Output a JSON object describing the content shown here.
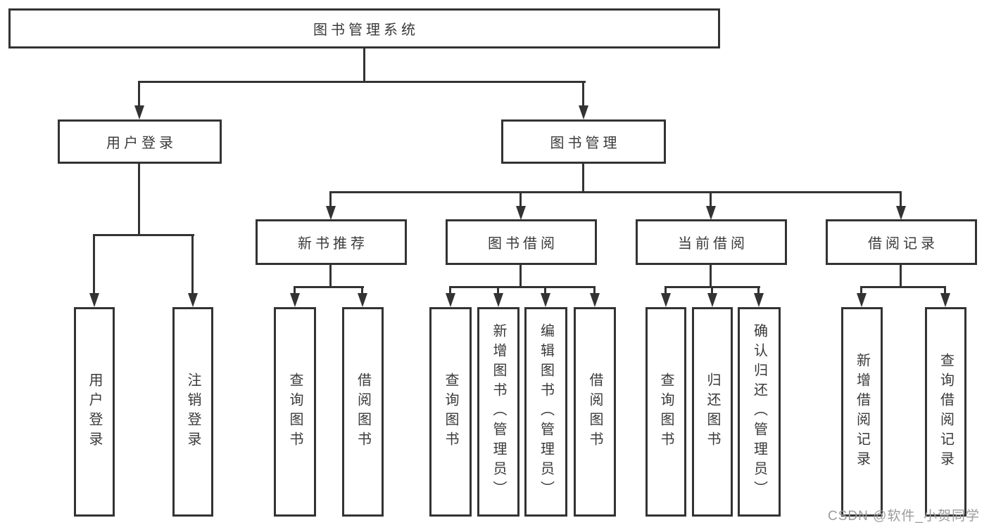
{
  "diagram": {
    "type": "hierarchy-tree",
    "root": {
      "label": "图书管理系统",
      "children": [
        {
          "label": "用户登录",
          "children": [
            {
              "label": "用户登录"
            },
            {
              "label": "注销登录"
            }
          ]
        },
        {
          "label": "图书管理",
          "children": [
            {
              "label": "新书推荐",
              "children": [
                {
                  "label": "查询图书"
                },
                {
                  "label": "借阅图书"
                }
              ]
            },
            {
              "label": "图书借阅",
              "children": [
                {
                  "label": "查询图书"
                },
                {
                  "label": "新增图书（管理员）"
                },
                {
                  "label": "编辑图书（管理员）"
                },
                {
                  "label": "借阅图书"
                }
              ]
            },
            {
              "label": "当前借阅",
              "children": [
                {
                  "label": "查询图书"
                },
                {
                  "label": "归还图书"
                },
                {
                  "label": "确认归还（管理员）"
                }
              ]
            },
            {
              "label": "借阅记录",
              "children": [
                {
                  "label": "新增借阅记录"
                },
                {
                  "label": "查询借阅记录"
                }
              ]
            }
          ]
        }
      ]
    },
    "watermark": "CSDN @软件_小贺同学",
    "colors": {
      "line": "#333333",
      "box_border": "#333333",
      "box_fill": "#ffffff",
      "text": "#3a3a3a",
      "watermark": "#9b9b9b",
      "background": "#ffffff"
    }
  }
}
